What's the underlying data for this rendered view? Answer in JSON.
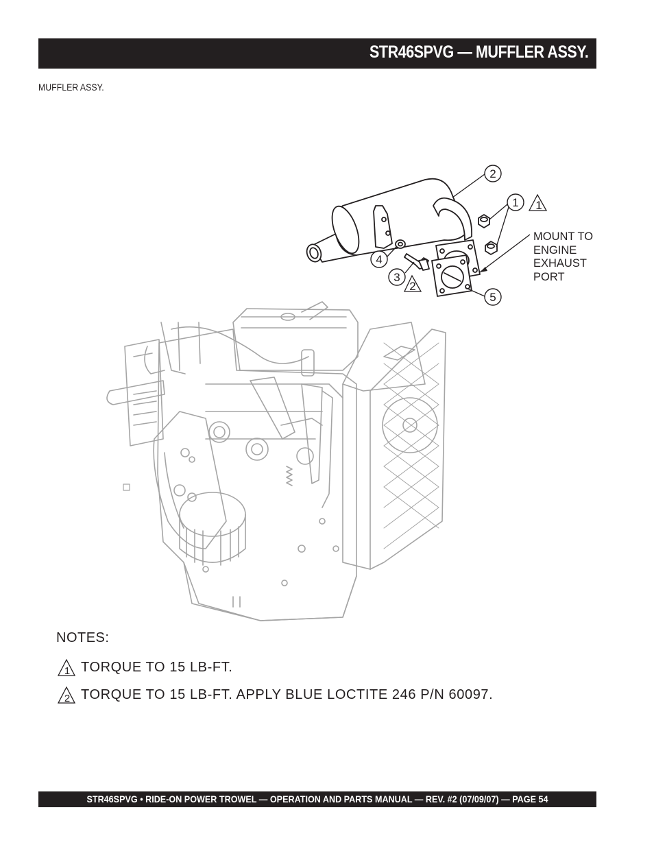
{
  "header": {
    "title": "STR46SPVG — MUFFLER ASSY."
  },
  "section_label": "MUFFLER ASSY.",
  "diagram": {
    "callouts": [
      "1",
      "2",
      "3",
      "4",
      "5"
    ],
    "note_flags": [
      "1",
      "2"
    ],
    "mount_label": [
      "MOUNT TO",
      "ENGINE",
      "EXHAUST",
      "PORT"
    ],
    "line_color": "#231f20",
    "ghost_color": "#9a9a9a"
  },
  "notes": {
    "title": "NOTES:",
    "items": [
      {
        "flag": "1",
        "text": "TORQUE TO 15 LB-FT."
      },
      {
        "flag": "2",
        "text": "TORQUE TO 15 LB-FT. APPLY BLUE LOCTITE 246 P/N 60097."
      }
    ]
  },
  "footer": {
    "text": "STR46SPVG • RIDE-ON POWER TROWEL — OPERATION AND PARTS MANUAL — REV. #2 (07/09/07) — PAGE 54"
  }
}
